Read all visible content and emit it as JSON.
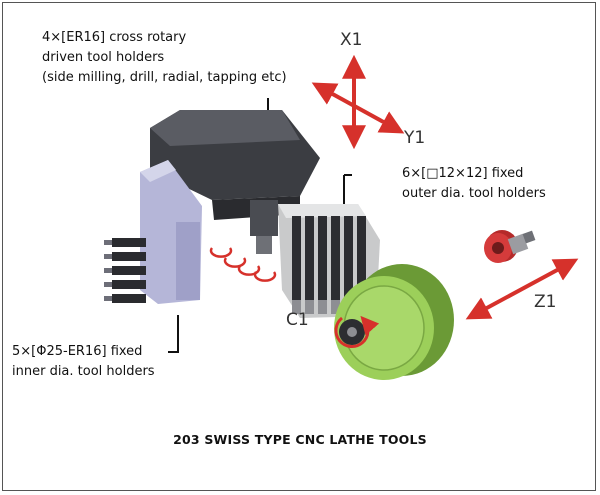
{
  "labels": {
    "rotary": [
      "4×[ER16] cross rotary",
      "driven tool holders",
      "(side milling, drill, radial, tapping etc)"
    ],
    "outer": [
      "6×[□12×12] fixed",
      "outer dia. tool holders"
    ],
    "inner": [
      "5×[Φ25-ER16] fixed",
      "inner dia. tool holders"
    ]
  },
  "axes": {
    "x1": "X1",
    "y1": "Y1",
    "z1": "Z1",
    "c1": "C1"
  },
  "caption": "203 SWISS TYPE CNC LATHE TOOLS",
  "colors": {
    "arrow": "#d6312b",
    "housing": "#3b3d42",
    "bracket": "#9fa0c8",
    "disc": "#9ccf5a",
    "collet": "#d53b3b"
  }
}
